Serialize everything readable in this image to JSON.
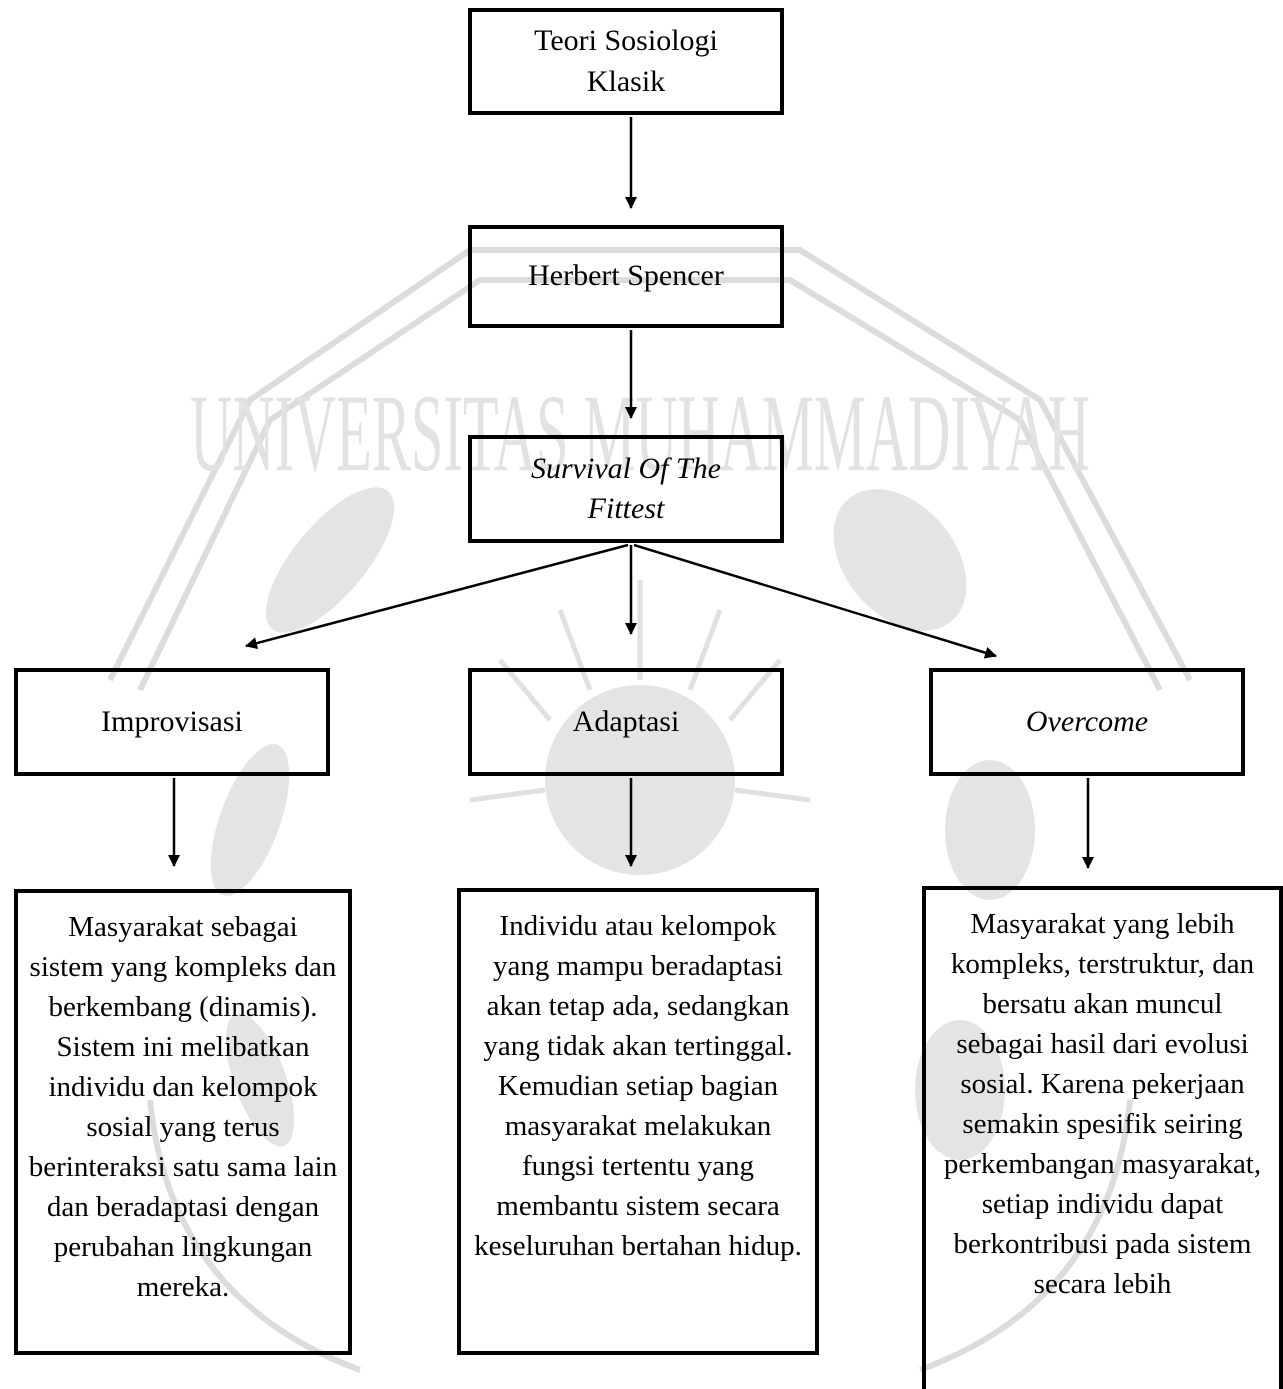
{
  "watermark": {
    "text_top": "UNIVERSITAS MUHAMMADIYAH",
    "color": "#d9d9d9"
  },
  "nodes": {
    "root": "Teori Sosiologi Klasik",
    "theorist": "Herbert Spencer",
    "concept": "Survival Of The Fittest",
    "branch_left": "Improvisasi",
    "branch_middle": "Adaptasi",
    "branch_right": "Overcome"
  },
  "descriptions": {
    "left": "Masyarakat sebagai sistem yang kompleks dan berkembang (dinamis). Sistem ini melibatkan individu dan kelompok sosial yang terus berinteraksi satu sama lain dan beradaptasi dengan perubahan lingkungan mereka.",
    "middle": "Individu atau kelompok yang mampu beradaptasi akan tetap ada, sedangkan yang tidak akan tertinggal. Kemudian setiap bagian masyarakat melakukan fungsi tertentu yang membantu sistem secara keseluruhan bertahan hidup.",
    "right": "Masyarakat yang lebih kompleks, terstruktur, dan bersatu akan muncul sebagai hasil dari evolusi sosial. Karena pekerjaan semakin spesifik seiring perkembangan masyarakat, setiap individu dapat berkontribusi pada sistem secara lebih"
  }
}
